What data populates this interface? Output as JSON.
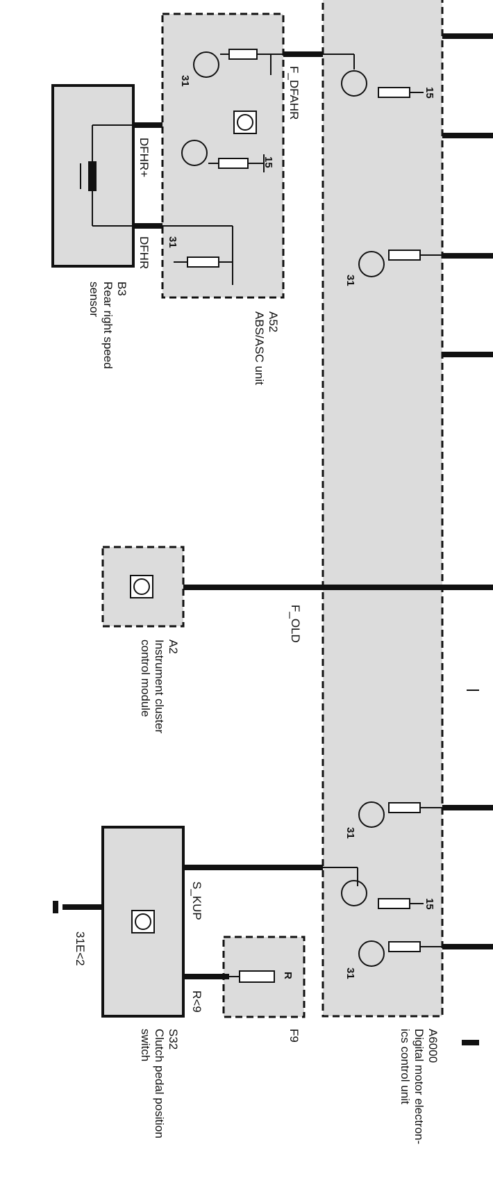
{
  "components": {
    "b3": {
      "ref": "B3",
      "name_line1": "Rear right speed",
      "name_line2": "sensor"
    },
    "a52": {
      "ref": "A52",
      "name": "ABS/ASC unit"
    },
    "a2": {
      "ref": "A2",
      "name_line1": "Instrument cluster",
      "name_line2": "control module"
    },
    "s32": {
      "ref": "S32",
      "name_line1": "Clutch pedal position",
      "name_line2": "switch"
    },
    "f9": {
      "ref": "F9",
      "pin": "R"
    },
    "a6000": {
      "ref": "A6000",
      "name_line1": "Digital motor electron-",
      "name_line2": "ics control unit"
    }
  },
  "signals": {
    "f_dfahr": "F_DFAHR",
    "dfhr_plus": "DFHR+",
    "dfhr": "DFHR",
    "f_old": "F_OLD",
    "s_kup": "S_KUP",
    "r_lt_9": "R<9",
    "ground_31e": "31E<2"
  },
  "pins": {
    "p15": "15",
    "p31": "31"
  }
}
